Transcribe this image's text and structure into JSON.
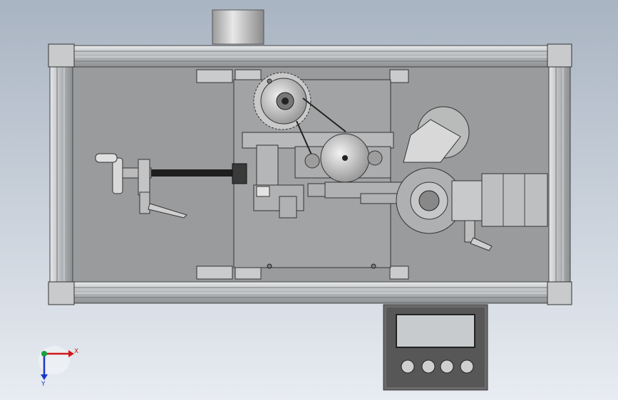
{
  "colors": {
    "background_top": "#a9b4c2",
    "background_bottom": "#e8ecf2",
    "frame": "#b9bcbf",
    "panel": "#9a9b9c",
    "part_dark": "#2a2a2a",
    "display": "#c7cbcd",
    "x_axis": "#d01818",
    "y_axis": "#1a35c8",
    "z_axis": "#17a040"
  },
  "axes_triad": {
    "x_label": "X",
    "y_label": "Y"
  },
  "controller": {
    "button_count": 4
  }
}
